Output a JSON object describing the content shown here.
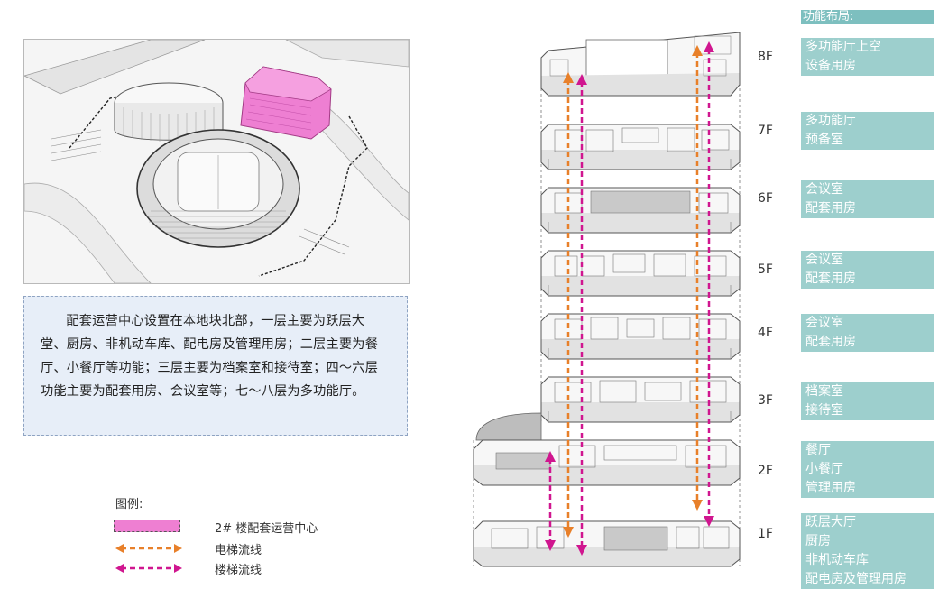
{
  "description": "配套运营中心设置在本地块北部，一层主要为跃层大堂、厨房、非机动车库、配电房及管理用房；二层主要为餐厅、小餐厅等功能；三层主要为档案室和接待室；四～六层功能主要为配套用房、会议室等；七～八层为多功能厅。",
  "legend": {
    "title": "图例:",
    "items": [
      {
        "label": "2# 楼配套运营中心",
        "kind": "swatch",
        "color": "#ee7fd2"
      },
      {
        "label": "电梯流线",
        "kind": "arrow",
        "color": "#e8802a"
      },
      {
        "label": "楼梯流线",
        "kind": "arrow",
        "color": "#d0168f"
      }
    ]
  },
  "function_layout": {
    "title": "功能布局:",
    "floors": [
      {
        "floor": "8F",
        "functions": [
          "多功能厅上空",
          "设备用房"
        ]
      },
      {
        "floor": "7F",
        "functions": [
          "多功能厅",
          "预备室"
        ]
      },
      {
        "floor": "6F",
        "functions": [
          "会议室",
          "配套用房"
        ]
      },
      {
        "floor": "5F",
        "functions": [
          "会议室",
          "配套用房"
        ]
      },
      {
        "floor": "4F",
        "functions": [
          "会议室",
          "配套用房"
        ]
      },
      {
        "floor": "3F",
        "functions": [
          "档案室",
          "接待室"
        ]
      },
      {
        "floor": "2F",
        "functions": [
          "餐厅",
          "小餐厅",
          "管理用房"
        ]
      },
      {
        "floor": "1F",
        "functions": [
          "跃层大厅",
          "厨房",
          "非机动车库",
          "配电房及管理用房"
        ]
      }
    ]
  },
  "colors": {
    "highlight": "#ee7fd2",
    "elevator_flow": "#e8802a",
    "stair_flow": "#d0168f",
    "function_box": "#9dcfcd",
    "description_bg": "#e7eef8"
  }
}
